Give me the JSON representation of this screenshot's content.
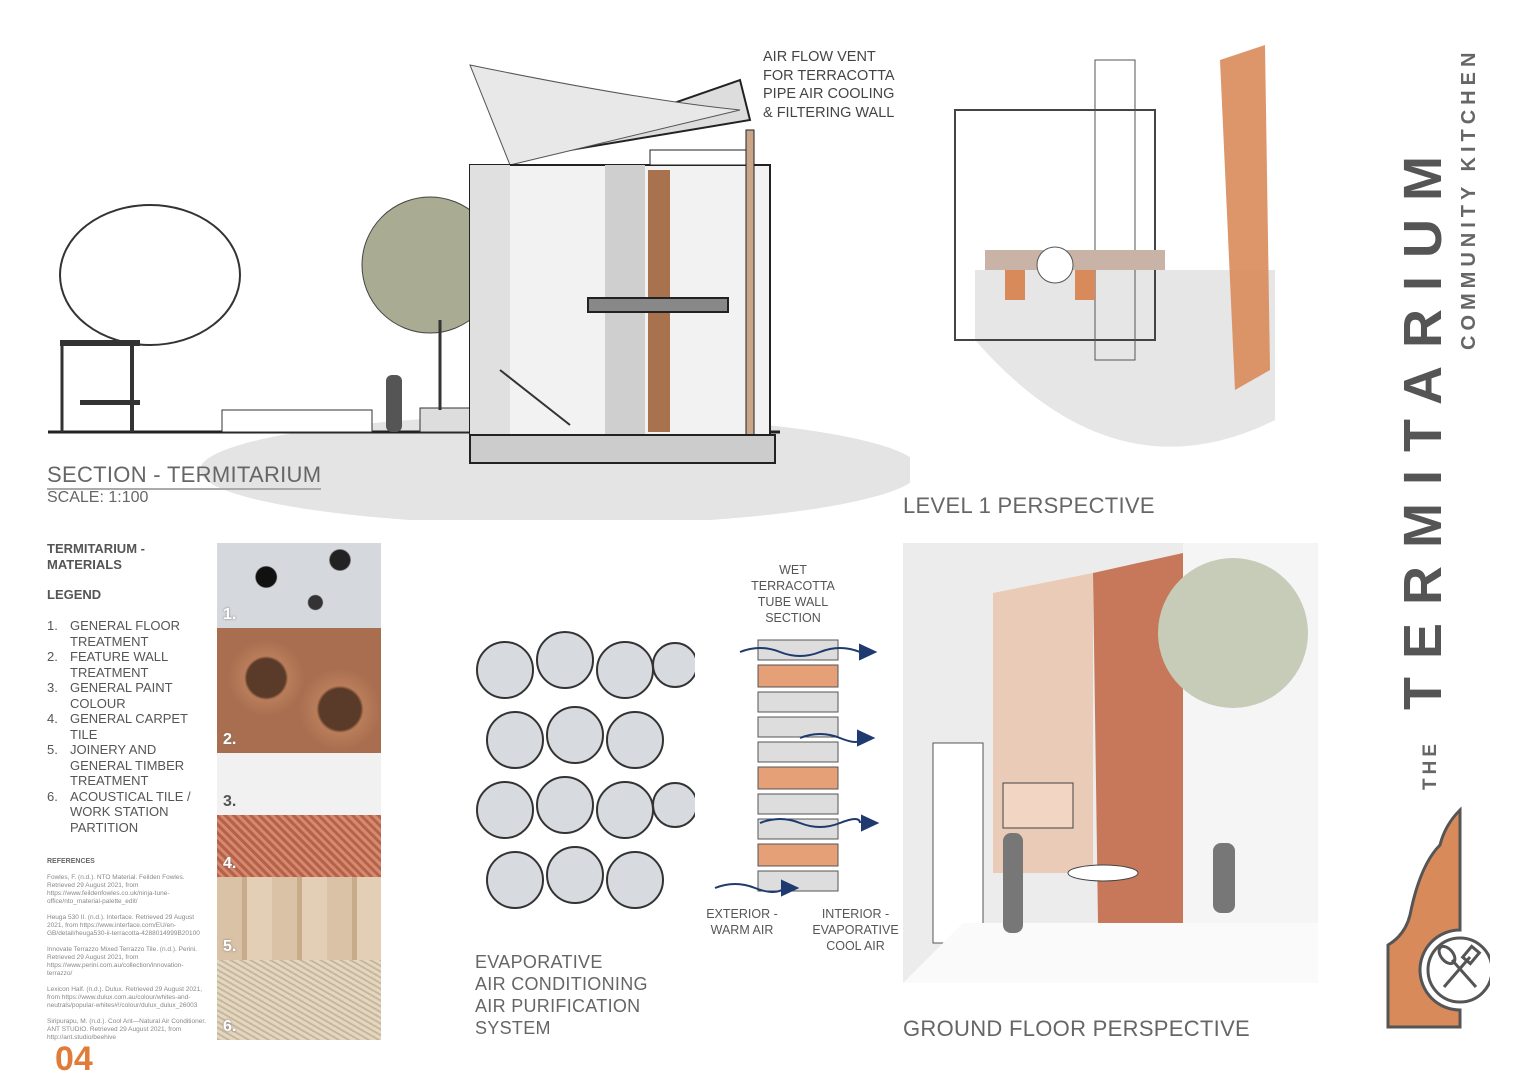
{
  "section": {
    "title": "SECTION - TERMITARIUM",
    "scale": "SCALE: 1:100",
    "annotation": [
      "AIR FLOW VENT",
      "FOR TERRACOTTA",
      "PIPE AIR COOLING",
      "& FILTERING WALL"
    ]
  },
  "level1": {
    "title": "LEVEL 1 PERSPECTIVE"
  },
  "ground": {
    "title": "GROUND FLOOR PERSPECTIVE"
  },
  "materials": {
    "title_line1": "TERMITARIUM -",
    "title_line2": "MATERIALS",
    "legend_label": "LEGEND",
    "items": [
      {
        "n": "1.",
        "label": "GENERAL FLOOR TREATMENT"
      },
      {
        "n": "2.",
        "label": "FEATURE WALL TREATMENT"
      },
      {
        "n": "3.",
        "label": "GENERAL PAINT COLOUR"
      },
      {
        "n": "4.",
        "label": "GENERAL CARPET TILE"
      },
      {
        "n": "5.",
        "label": "JOINERY AND GENERAL TIMBER TREATMENT"
      },
      {
        "n": "6.",
        "label": "ACOUSTICAL TILE / WORK STATION PARTITION"
      }
    ],
    "swatch_labels": [
      "1.",
      "2.",
      "3.",
      "4.",
      "5.",
      "6."
    ]
  },
  "references": {
    "title": "REFERENCES",
    "entries": [
      "Fowles, F. (n.d.). NTO Material. Feilden Fowles. Retrieved 29 August 2021, from https://www.feildenfowles.co.uk/ninja-tune-office/nto_material-palette_edit/",
      "Heuga 530 II. (n.d.). Interface. Retrieved 29 August 2021, from https://www.interface.com/EU/en-GB/detail/heuga530-ii-terracotta-4288014999B20100",
      "Innovate Terrazzo Mixed Terrazzo Tile. (n.d.). Perini. Retrieved 29 August 2021, from https://www.perini.com.au/collection/innovation-terrazzo/",
      "Lexicon Half. (n.d.). Dulux. Retrieved 29 August 2021, from https://www.dulux.com.au/colour/whites-and-neutrals/popular-whites#!/colour/dulux_dulux_26003",
      "Siripurapu, M. (n.d.). Cool Ant—Natural Air Conditioner. ANT STUDIO. Retrieved 29 August 2021, from http://ant.studio/beehive"
    ]
  },
  "evap": {
    "title": [
      "EVAPORATIVE",
      "AIR CONDITIONING",
      "AIR PURIFICATION",
      "SYSTEM"
    ]
  },
  "wall_section": {
    "label": [
      "WET",
      "TERRACOTTA",
      "TUBE WALL",
      "SECTION"
    ],
    "exterior": [
      "EXTERIOR -",
      "WARM AIR"
    ],
    "interior": [
      "INTERIOR -",
      "EVAPORATIVE",
      "COOL AIR"
    ]
  },
  "brand": {
    "the": "THE",
    "name": "TERMITARIUM",
    "subtitle": "COMMUNITY KITCHEN",
    "logo_icon": "spatula-whisk-icon"
  },
  "page_number": "04",
  "colors": {
    "accent": "#d98a5a",
    "arrow": "#1f3a6e",
    "text": "#666666",
    "page_number": "#e07b39"
  }
}
